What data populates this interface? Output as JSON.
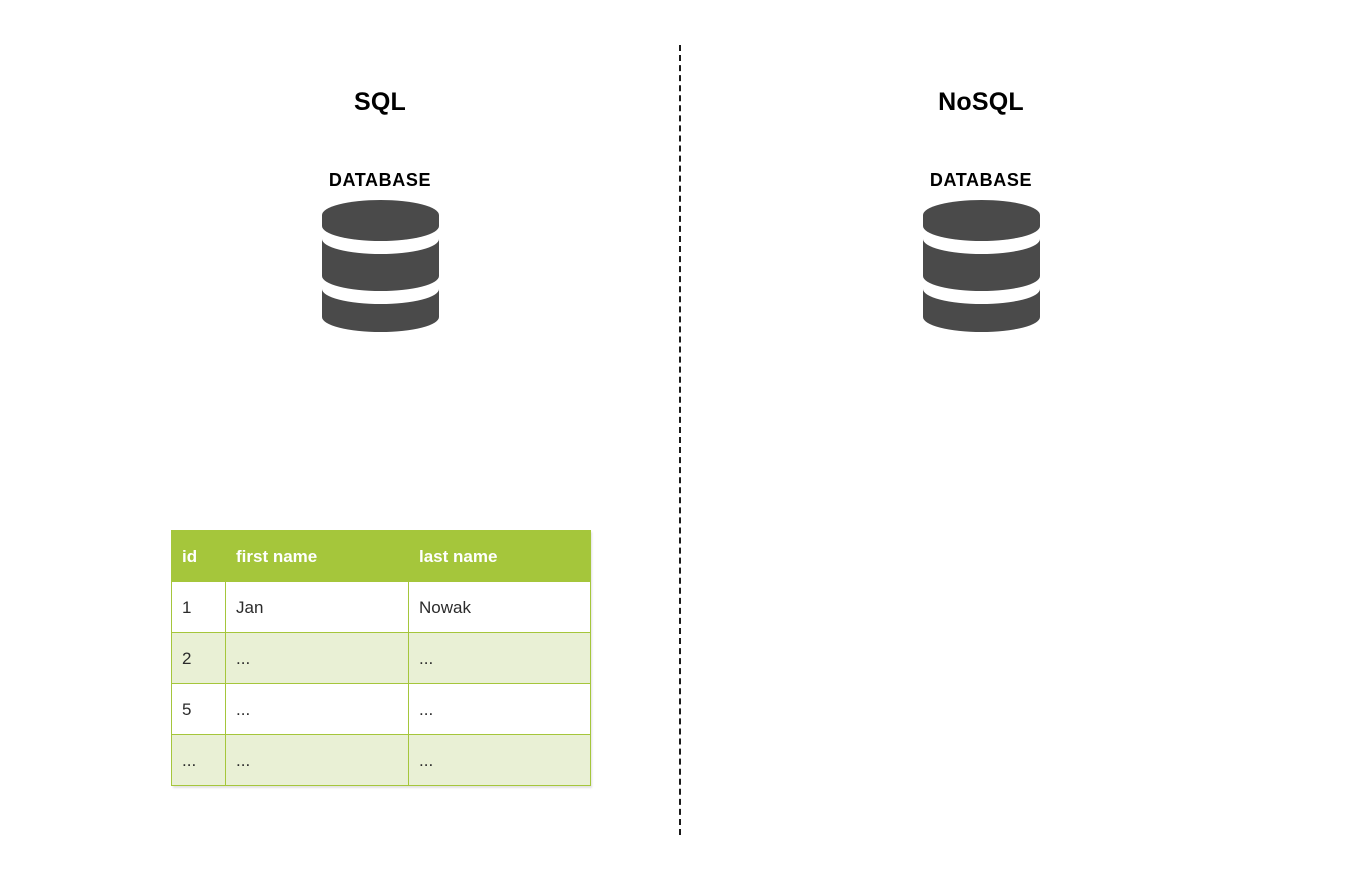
{
  "panels": [
    {
      "key": "sql",
      "title": "SQL",
      "db_caption": "DATABASE",
      "db_icon": "database-cylinder-icon"
    },
    {
      "key": "nosql",
      "title": "NoSQL",
      "db_caption": "DATABASE",
      "db_icon": "database-cylinder-icon"
    }
  ],
  "sql_table": {
    "columns": [
      "id",
      "first name",
      "last name"
    ],
    "rows": [
      [
        "1",
        "Jan",
        "Nowak"
      ],
      [
        "2",
        "...",
        "..."
      ],
      [
        "5",
        "...",
        "..."
      ],
      [
        "...",
        "...",
        "..."
      ]
    ]
  },
  "colors": {
    "table_header_green": "#A5C63B",
    "table_row_alt_green": "#E9F0D5",
    "table_border_green": "#A5C63B",
    "database_gray": "#4A4A4A",
    "divider": "#1A1A1A",
    "background": "#FFFFFF",
    "text": "#000000"
  },
  "divider": {
    "style": "vertical-dashed-line"
  }
}
